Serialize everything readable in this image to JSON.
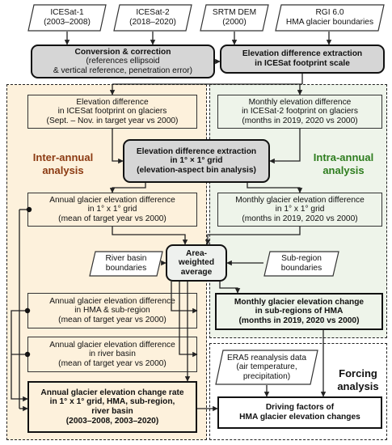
{
  "inputs": {
    "icesat1": "ICESat-1\n(2003–2008)",
    "icesat2": "ICESat-2\n(2018–2020)",
    "srtm": "SRTM DEM\n(2000)",
    "rgi": "RGI 6.0\nHMA glacier boundaries"
  },
  "conversion": {
    "title": "Conversion & correction",
    "detail": "(references ellipsoid\n& vertical reference, penetration error)"
  },
  "extraction_footprint": "Elevation difference extraction\nin ICESat footprint scale",
  "elev_diff_icesat": "Elevation difference\nin ICESat footprint on glaciers\n(Sept. – Nov. in target year vs 2000)",
  "monthly_diff_icesat2": "Monthly elevation difference\nin ICESat-2 footprint on glaciers\n(months in 2019, 2020 vs 2000)",
  "extraction_grid": {
    "title": "Elevation difference extraction\nin 1° × 1° grid",
    "detail": "(elevation-aspect bin analysis)"
  },
  "annual_grid": "Annual glacier elevation difference\nin 1° x 1° grid\n(mean of target year vs 2000)",
  "monthly_grid": "Monthly glacier elevation difference\nin 1° x 1° grid\n(months in 2019, 2020 vs 2000)",
  "river_basin_boundaries": "River basin\nboundaries",
  "area_weighted": "Area-weighted\naverage",
  "subregion_boundaries": "Sub-region\nboundaries",
  "annual_hma": "Annual glacier elevation difference\nin HMA & sub-region\n(mean of target year vs 2000)",
  "monthly_change": "Monthly glacier elevation change\nin sub-regions of HMA\n(months in 2019, 2020 vs 2000)",
  "annual_river": "Annual glacier elevation difference\nin river basin\n(mean of target year vs 2000)",
  "era5": "ERA5 reanalysis data\n(air temperature,\nprecipitation)",
  "annual_rate": "Annual glacier elevation change rate\nin 1° x 1° grid, HMA, sub-region,\nriver basin\n(2003–2008, 2003–2020)",
  "driving_factors": "Driving factors of\nHMA glacier elevation changes",
  "labels": {
    "inter_annual": "Inter-annual\nanalysis",
    "intra_annual": "Intra-annual\nanalysis",
    "forcing": "Forcing\nanalysis"
  },
  "colors": {
    "inter_annual_bg": "#fdf1dc",
    "intra_annual_bg": "#eef4ea",
    "inter_annual_label": "#8b3a12",
    "intra_annual_label": "#2e7d1f",
    "gray_box": "#d6d6d6"
  }
}
